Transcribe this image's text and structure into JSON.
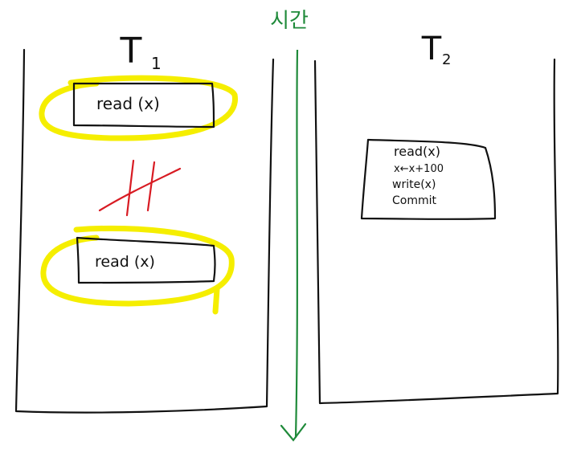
{
  "timeline": {
    "label": "시간",
    "color": "#1f8a3a"
  },
  "transactions": [
    {
      "title_main": "T",
      "title_sub": "1"
    },
    {
      "title_main": "T",
      "title_sub": "2"
    }
  ],
  "t1_ops": [
    {
      "text": "read (x)"
    },
    {
      "text": "read (x)"
    }
  ],
  "t2_ops": [
    "read(x)",
    "x←x+100",
    "write(x)",
    "Commit"
  ],
  "colors": {
    "highlight": "#f5ee00",
    "conflict": "#d81b23",
    "ink": "#111111"
  }
}
